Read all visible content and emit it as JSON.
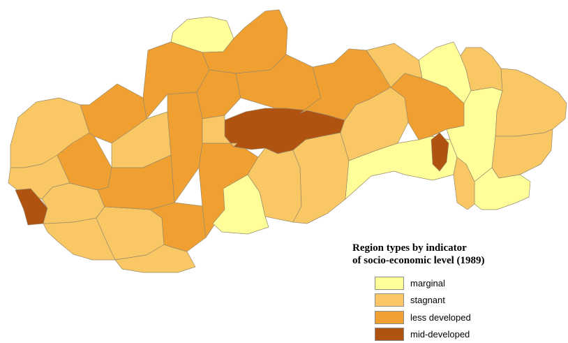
{
  "legend": {
    "title_line1": "Region types by indicator",
    "title_line2": "of socio-economic level (1989)",
    "items": [
      {
        "label": "marginal",
        "color": "#ffff99"
      },
      {
        "label": "stagnant",
        "color": "#f9c864"
      },
      {
        "label": "less developed",
        "color": "#f0a030"
      },
      {
        "label": "mid-developed",
        "color": "#b05210"
      }
    ]
  },
  "map": {
    "country": "Slovakia",
    "regions": [
      {
        "id": "r01",
        "type": "stagnant"
      },
      {
        "id": "r02",
        "type": "stagnant"
      },
      {
        "id": "r03",
        "type": "mid-developed"
      },
      {
        "id": "r04",
        "type": "stagnant"
      },
      {
        "id": "r05",
        "type": "less developed"
      },
      {
        "id": "r06",
        "type": "stagnant"
      },
      {
        "id": "r07",
        "type": "less developed"
      },
      {
        "id": "r08",
        "type": "less developed"
      },
      {
        "id": "r09",
        "type": "stagnant"
      },
      {
        "id": "r10",
        "type": "stagnant"
      },
      {
        "id": "r11",
        "type": "stagnant"
      },
      {
        "id": "r12",
        "type": "less developed"
      },
      {
        "id": "r13",
        "type": "less developed"
      },
      {
        "id": "r14",
        "type": "less developed"
      },
      {
        "id": "r15",
        "type": "less developed"
      },
      {
        "id": "r16",
        "type": "less developed"
      },
      {
        "id": "r17",
        "type": "marginal"
      },
      {
        "id": "r18",
        "type": "less developed"
      },
      {
        "id": "r19",
        "type": "less developed"
      },
      {
        "id": "r20",
        "type": "mid-developed"
      },
      {
        "id": "r21",
        "type": "stagnant"
      },
      {
        "id": "r22",
        "type": "stagnant"
      },
      {
        "id": "r23",
        "type": "marginal"
      },
      {
        "id": "r24",
        "type": "stagnant"
      },
      {
        "id": "r25",
        "type": "less developed"
      },
      {
        "id": "r26",
        "type": "stagnant"
      },
      {
        "id": "r27",
        "type": "marginal"
      },
      {
        "id": "r28",
        "type": "less developed"
      },
      {
        "id": "r29",
        "type": "marginal"
      },
      {
        "id": "r30",
        "type": "mid-developed"
      },
      {
        "id": "r31",
        "type": "stagnant"
      },
      {
        "id": "r32",
        "type": "marginal"
      },
      {
        "id": "r33",
        "type": "stagnant"
      },
      {
        "id": "r34",
        "type": "stagnant"
      },
      {
        "id": "r35",
        "type": "stagnant"
      },
      {
        "id": "r36",
        "type": "marginal"
      },
      {
        "id": "r37",
        "type": "stagnant"
      }
    ]
  }
}
